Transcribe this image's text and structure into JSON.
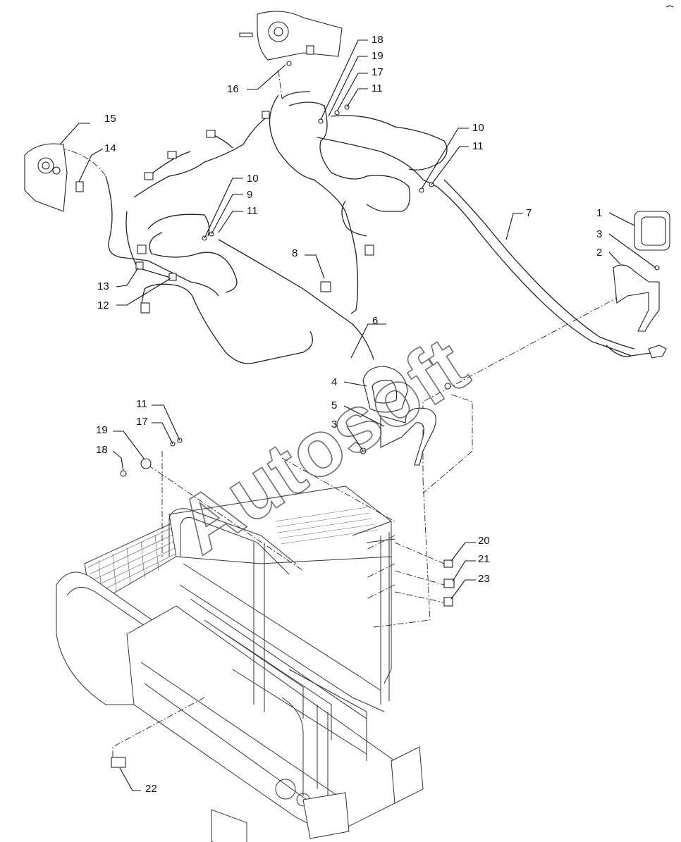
{
  "watermark": "Autosoft",
  "callouts": [
    {
      "id": "c1",
      "label": "1"
    },
    {
      "id": "c2",
      "label": "2"
    },
    {
      "id": "c3a",
      "label": "3"
    },
    {
      "id": "c3b",
      "label": "3"
    },
    {
      "id": "c4",
      "label": "4"
    },
    {
      "id": "c5",
      "label": "5"
    },
    {
      "id": "c6",
      "label": "6"
    },
    {
      "id": "c7",
      "label": "7"
    },
    {
      "id": "c8",
      "label": "8"
    },
    {
      "id": "c9",
      "label": "9"
    },
    {
      "id": "c10a",
      "label": "10"
    },
    {
      "id": "c10b",
      "label": "10"
    },
    {
      "id": "c11a",
      "label": "11"
    },
    {
      "id": "c11b",
      "label": "11"
    },
    {
      "id": "c11c",
      "label": "11"
    },
    {
      "id": "c11d",
      "label": "11"
    },
    {
      "id": "c12",
      "label": "12"
    },
    {
      "id": "c13",
      "label": "13"
    },
    {
      "id": "c14",
      "label": "14"
    },
    {
      "id": "c15",
      "label": "15"
    },
    {
      "id": "c16",
      "label": "16"
    },
    {
      "id": "c17a",
      "label": "17"
    },
    {
      "id": "c17b",
      "label": "17"
    },
    {
      "id": "c18a",
      "label": "18"
    },
    {
      "id": "c18b",
      "label": "18"
    },
    {
      "id": "c19a",
      "label": "19"
    },
    {
      "id": "c19b",
      "label": "19"
    },
    {
      "id": "c20",
      "label": "20"
    },
    {
      "id": "c21",
      "label": "21"
    },
    {
      "id": "c22",
      "label": "22"
    },
    {
      "id": "c23",
      "label": "23"
    }
  ]
}
